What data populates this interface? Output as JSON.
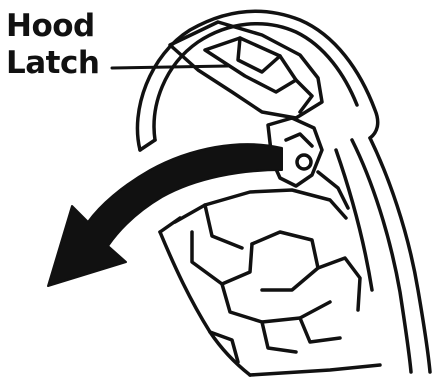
{
  "callout": {
    "line1": "Hood",
    "line2": "Latch",
    "ink_color": "#111111"
  },
  "illustration": {
    "subject": "vacuum-hood-latch",
    "arrow_direction": "counter-clockwise-down-left"
  }
}
